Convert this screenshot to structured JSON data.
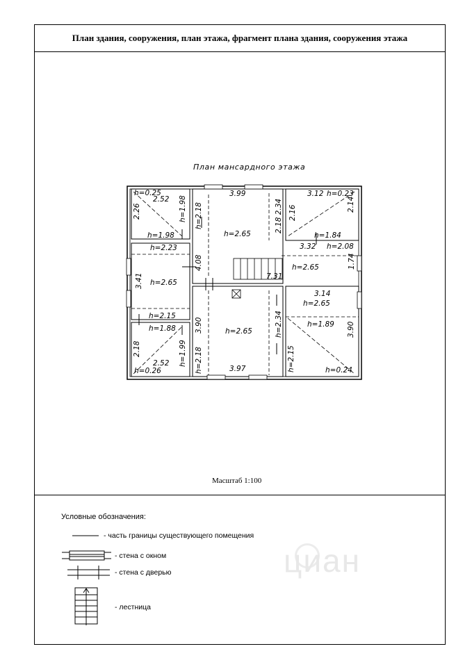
{
  "header": {
    "title": "План здания, сооружения, план этажа, фрагмент плана здания, сооружения этажа"
  },
  "plan": {
    "title": "План мансардного этажа",
    "scale": "Масштаб 1:100",
    "labels": {
      "l01": "h=0.25",
      "l02": "2.52",
      "l03": "h=1.98",
      "l04": "2.26",
      "l05": "h=1.98",
      "l06": "3.99",
      "l07": "h=2.18",
      "l08": "2.18 2.34",
      "l09": "h=2.65",
      "l10": "4.08",
      "l11": "3.12",
      "l12": "h=0.23",
      "l13": "2.16",
      "l14": "2.14",
      "l15": "h=1.84",
      "l16": "3.32",
      "l17": "h=2.08",
      "l18": "h=2.65",
      "l19": "1.74",
      "l20": "7.31",
      "l21": "h=2.23",
      "l22": "3.41",
      "l23": "h=2.65",
      "l24": "h=2.15",
      "l25": "3.14",
      "l26": "h=2.65",
      "l27": "h=1.89",
      "l28": "3.90",
      "l29": "h=2.65",
      "l30": "3.90",
      "l31": "h=2.34",
      "l32": "h=1.88",
      "l33": "2.18",
      "l34": "h=1.99",
      "l35": "h=2.18",
      "l36": "2.52",
      "l37": "h=0.26",
      "l38": "3.97",
      "l39": "h=2.15",
      "l40": "h=0.24"
    }
  },
  "legend": {
    "title": "Условные обозначения:",
    "items": [
      "- часть границы существующего помещения",
      "- стена с окном",
      "- стена с дверью",
      "- лестница"
    ]
  },
  "watermark": {
    "text": "циан"
  }
}
